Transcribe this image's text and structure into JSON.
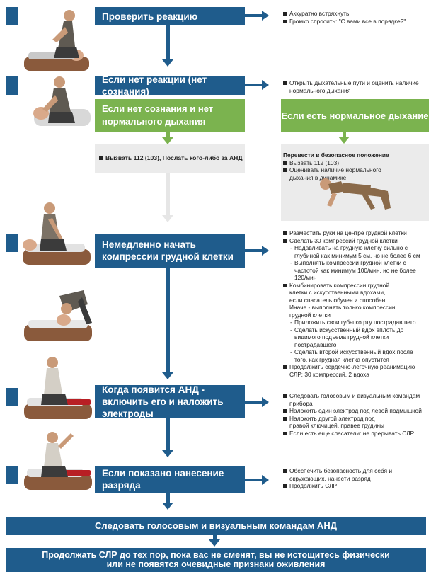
{
  "steps": {
    "check_response": "Проверить реакцию",
    "no_response": "Если нет реакции (нет сознания)",
    "start_compressions": "Немедленно начать компрессии грудной клетки",
    "aed_arrives": "Когда появится АНД - включить его и наложить электроды",
    "shock_advised": "Если показано нанесение разряда"
  },
  "branches": {
    "no_breathing": "Если нет сознания и нет нормального дыхания",
    "normal_breathing": "Если есть нормальное дыхание"
  },
  "notes": {
    "check_response": [
      "Аккуратно встряхнуть",
      "Громко спросить: \"С вами все в порядке?\""
    ],
    "no_response": [
      "Открыть дыхательные пути и оценить наличие нормального дыхания"
    ],
    "call_112": "Вызвать 112 (103), Послать кого-либо за АНД",
    "recovery_title": "Перевести в безопасное положение",
    "recovery": [
      "Вызвать 112 (103)",
      "Оценивать наличие нормального дыхания в динамике"
    ],
    "compressions": [
      {
        "text": "Разместить руки на центре грудной клетки",
        "sub": []
      },
      {
        "text": "Сделать 30 компрессий грудной клетки",
        "sub": [
          "Надавливать на грудную клетку сильно с глубиной как минимум 5 см, но не более 6 см",
          "Выполнять компрессии грудной клетки с частотой как минимум 100/мин, но не более 120/мин"
        ]
      },
      {
        "text": "Комбинировать компрессии грудной клетки с искусственными вдохами, если спасатель обучен и способен. Иначе - выполнять только компрессии грудной клетки",
        "sub": [
          "Приложить свои губы ко рту пострадавшего",
          "Сделать искусственный вдох вплоть до видимого подъема грудной клетки пострадавшего",
          "Сделать второй искусственный вдох после того, как грудная клетка опустится"
        ]
      },
      {
        "text": "Продолжить сердечно-легочную реанимацию СЛР: 30 компрессий, 2 вдоха",
        "sub": []
      }
    ],
    "aed": [
      "Следовать голосовым и визуальным командам прибора",
      "Наложить один электрод под левой подмышкой",
      "Наложить другой электрод под правой ключицей, правее грудины",
      "Если есть еще спасатели: не прерывать СЛР"
    ],
    "shock": [
      "Обеспечить безопасность для себя и окружающих, нанести разряд",
      "Продолжить СЛР"
    ]
  },
  "footer": {
    "follow_aed": "Следовать голосовым и визуальным командам АНД",
    "continue_cpr_1": "Продолжать СЛР до тех пор, пока вас не сменят, вы не истощитесь физически",
    "continue_cpr_2": "или не появятся очевидные признаки оживления"
  },
  "colors": {
    "primary": "#1f5c8c",
    "secondary": "#7bb34f",
    "disabled": "#e6e6e6",
    "panel": "#ebebeb"
  }
}
